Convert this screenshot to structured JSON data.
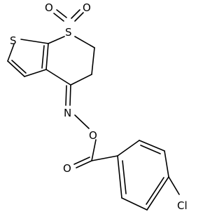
{
  "structure": {
    "atom_labels": {
      "s_thiophene": "S",
      "s_sulfone": "S",
      "o_sulfone_left": "O",
      "o_sulfone_right": "O",
      "n_oxime": "N",
      "o_oxime": "O",
      "o_carbonyl": "O",
      "cl": "Cl"
    }
  }
}
